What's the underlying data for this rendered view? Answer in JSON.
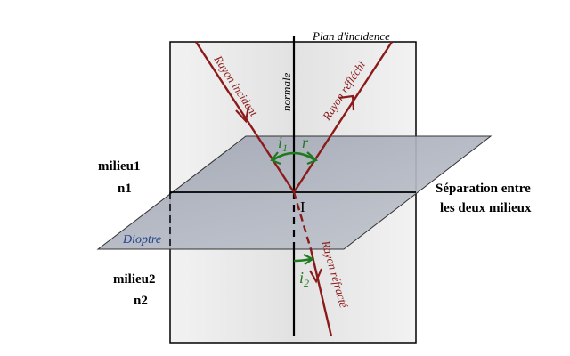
{
  "labels": {
    "plane_title": "Plan d'incidence",
    "normal": "normale",
    "incident_ray": "Rayon incident",
    "reflected_ray": "Rayon réfléchi",
    "refracted_ray": "Rayon réfracté",
    "angle_i1_letter": "i",
    "angle_i1_sub": "1",
    "angle_r": "r",
    "angle_i2_letter": "i",
    "angle_i2_sub": "2",
    "point": "I",
    "medium1_line1": "milieu1",
    "medium1_line2": "n1",
    "medium2_line1": "milieu2",
    "medium2_line2": "n2",
    "interface_line1": "Séparation entre",
    "interface_line2": "les deux milieux",
    "dioptre": "Dioptre"
  },
  "colors": {
    "ray": "#8b1a1a",
    "angle_arc": "#1f7a1f",
    "dioptre_fill": "#aab0bd",
    "incidence_plane_fill": "#ececec",
    "dioptre_text": "#1f3f8a"
  }
}
